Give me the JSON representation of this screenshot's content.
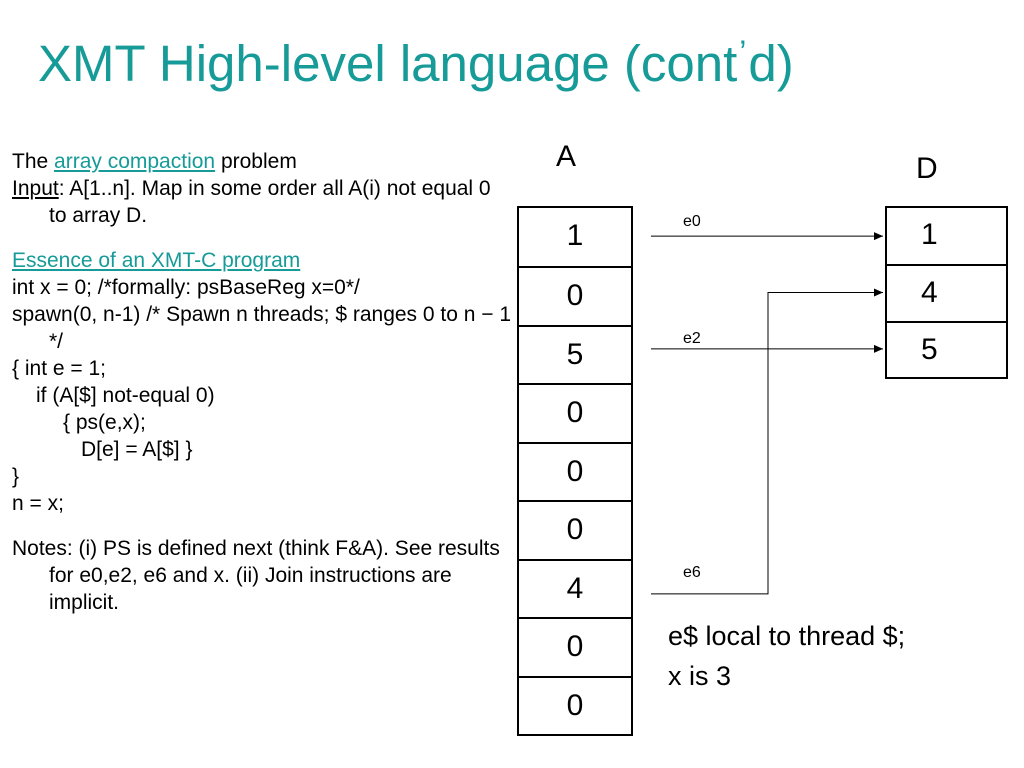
{
  "slide": {
    "title_pre": "XMT High-level language (cont",
    "title_apos": "’",
    "title_post": "d)"
  },
  "text": {
    "l1_pre": "The ",
    "l1_link": "array compaction",
    "l1_post": " problem",
    "l2_label": "Input",
    "l2_rest": ": A[1..n]. Map in some order all A(i)  not equal 0  to array D.",
    "l3_link": "Essence of an XMT-C program",
    "l4": "int x = 0; /*formally: psBaseReg x=0*/",
    "l5": "spawn(0, n-1) /* Spawn n threads; $ ranges 0 to n − 1 */",
    "l6": "{ int e = 1;",
    "l7": "if (A[$] not-equal 0)",
    "l8": "{ ps(e,x);",
    "l9": "D[e] = A[$] }",
    "l10": "}",
    "l11": "n = x;",
    "notes": "Notes: (i) PS is defined next (think F&A). See results for e0,e2, e6 and x. (ii) Join instructions are implicit."
  },
  "diagram": {
    "array_a_label": "A",
    "array_a": [
      "1",
      "0",
      "5",
      "0",
      "0",
      "0",
      "4",
      "0",
      "0"
    ],
    "array_d_label": "D",
    "array_d": [
      "1",
      "4",
      "5"
    ],
    "arrows": [
      {
        "label": "e0",
        "from_index": 0,
        "to_index": 0
      },
      {
        "label": "e2",
        "from_index": 2,
        "to_index": 2
      },
      {
        "label": "e6",
        "from_index": 6,
        "to_index": 1
      }
    ],
    "note_line1": "e$ local to thread $;",
    "note_line2": "x is 3"
  }
}
